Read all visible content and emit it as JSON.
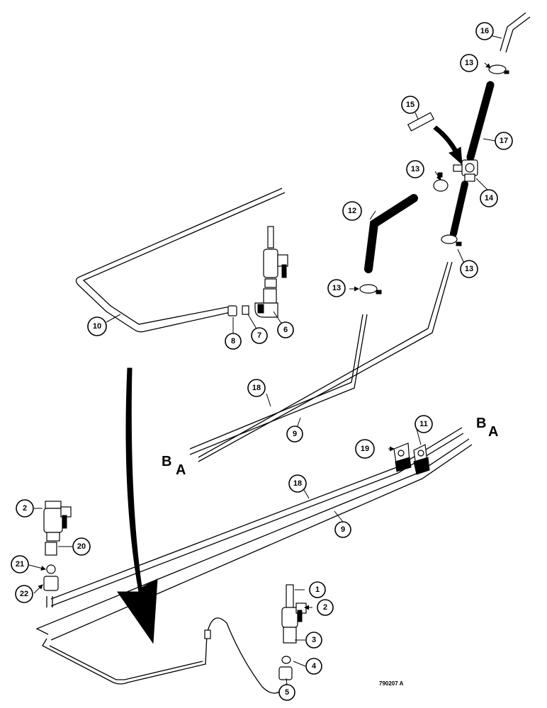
{
  "diagram": {
    "drawing_number": "790207 A",
    "line_labels": {
      "b": "B",
      "a": "A"
    },
    "callouts": {
      "c1": "1",
      "c2a": "2",
      "c2b": "2",
      "c3": "3",
      "c4": "4",
      "c5": "5",
      "c6": "6",
      "c7": "7",
      "c8": "8",
      "c9a": "9",
      "c9b": "9",
      "c10": "10",
      "c11": "11",
      "c12": "12",
      "c13a": "13",
      "c13b": "13",
      "c13c": "13",
      "c13d": "13",
      "c14": "14",
      "c15": "15",
      "c16": "16",
      "c17": "17",
      "c18a": "18",
      "c18b": "18",
      "c19": "19",
      "c20": "20",
      "c21": "21",
      "c22": "22"
    }
  }
}
